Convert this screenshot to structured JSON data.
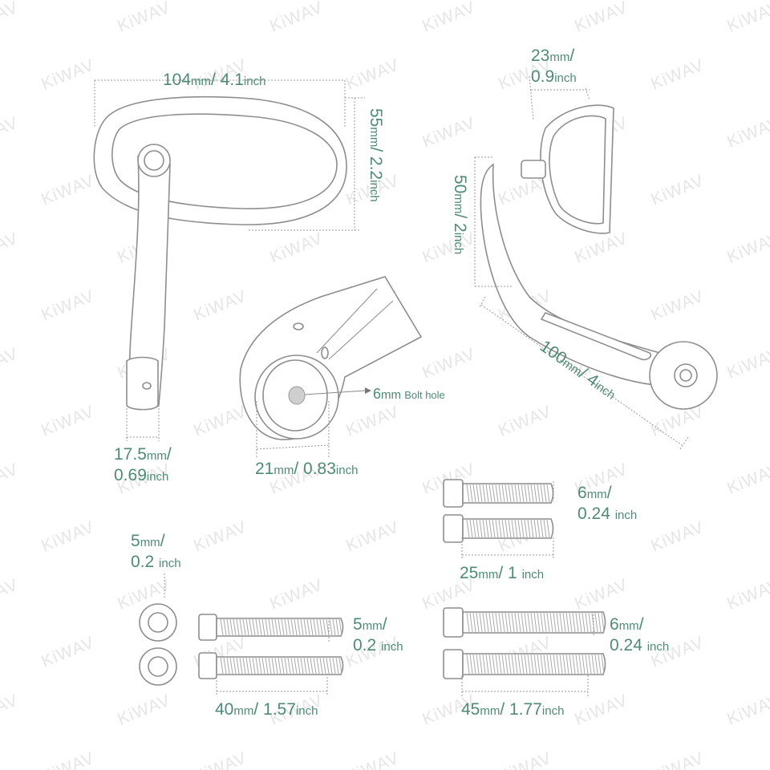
{
  "watermark": "KiWAV",
  "colors": {
    "label": "#4f8a78",
    "outline": "#8e8e8e",
    "watermark": "#e6e6e6"
  },
  "dims": {
    "mirror_width": {
      "a": "104",
      "u1": "mm",
      "sep": "/ ",
      "b": "4.1",
      "u2": "inch"
    },
    "mirror_height": {
      "a": "55",
      "u1": "mm",
      "sep": "/ ",
      "b": "2.2",
      "u2": "inch"
    },
    "bar_end_dia": {
      "a": "17.5",
      "u1": "mm",
      "sep": "/",
      "b": "0.69",
      "u2": "inch"
    },
    "mount_dia": {
      "a": "21",
      "u1": "mm",
      "sep": "/ ",
      "b": "0.83",
      "u2": "inch"
    },
    "bolt_hole": {
      "a": "6",
      "u1": "mm",
      "b": "Bolt hole"
    },
    "glass_depth": {
      "a": "23",
      "u1": "mm",
      "sep": "/",
      "b": "0.9",
      "u2": "inch"
    },
    "arm_height": {
      "a": "50",
      "u1": "mm",
      "sep": "/ ",
      "b": "2",
      "u2": "inch"
    },
    "arm_length": {
      "a": "100",
      "u1": "mm",
      "sep": "/ ",
      "b": "4",
      "u2": "inch"
    },
    "washer": {
      "a": "5",
      "u1": "mm",
      "sep": "/",
      "b": "0.2",
      "u2": "inch"
    },
    "bolt25_dia": {
      "a": "6",
      "u1": "mm",
      "sep": "/",
      "b": "0.24",
      "u2": "inch"
    },
    "bolt25_len": {
      "a": "25",
      "u1": "mm",
      "sep": "/ ",
      "b": "1",
      "u2": "inch"
    },
    "bolt40_dia": {
      "a": "5",
      "u1": "mm",
      "sep": "/",
      "b": "0.2",
      "u2": "inch"
    },
    "bolt40_len": {
      "a": "40",
      "u1": "mm",
      "sep": "/ ",
      "b": "1.57",
      "u2": "inch"
    },
    "bolt45_dia": {
      "a": "6",
      "u1": "mm",
      "sep": "/",
      "b": "0.24",
      "u2": "inch"
    },
    "bolt45_len": {
      "a": "45",
      "u1": "mm",
      "sep": "/ ",
      "b": "1.77",
      "u2": "inch"
    }
  }
}
